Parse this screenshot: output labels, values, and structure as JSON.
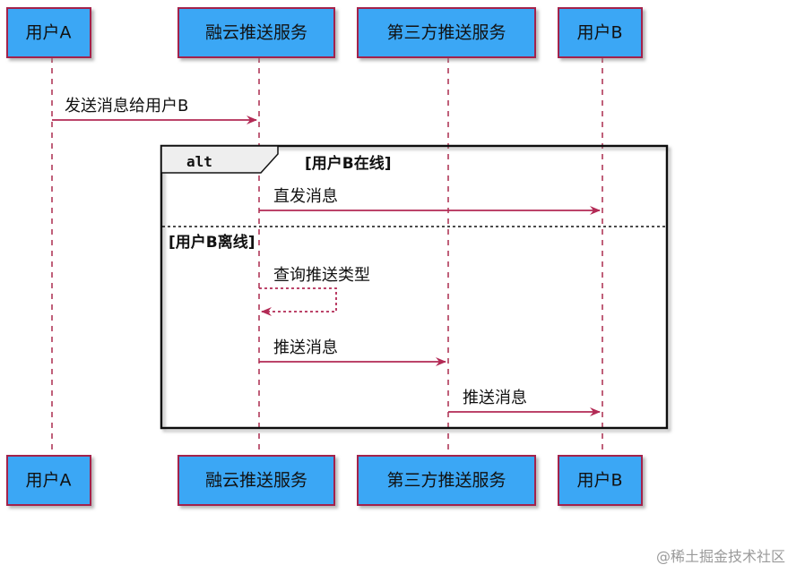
{
  "participants": [
    {
      "id": "userA",
      "label": "用户A"
    },
    {
      "id": "rongcloud",
      "label": "融云推送服务"
    },
    {
      "id": "thirdparty",
      "label": "第三方推送服务"
    },
    {
      "id": "userB",
      "label": "用户B"
    }
  ],
  "messages": [
    {
      "from": "userA",
      "to": "rongcloud",
      "label": "发送消息给用户B",
      "style": "solid"
    },
    {
      "from": "rongcloud",
      "to": "userB",
      "label": "直发消息",
      "style": "solid"
    },
    {
      "from": "rongcloud",
      "to": "rongcloud",
      "label": "查询推送类型",
      "style": "dotted"
    },
    {
      "from": "rongcloud",
      "to": "thirdparty",
      "label": "推送消息",
      "style": "solid"
    },
    {
      "from": "thirdparty",
      "to": "userB",
      "label": "推送消息",
      "style": "solid"
    }
  ],
  "alt_frame": {
    "keyword": "alt",
    "guard_online": "[用户B在线]",
    "guard_offline": "[用户B离线]"
  },
  "colors": {
    "participant_fill": "#3ba7f5",
    "participant_border": "#a3224b",
    "arrow": "#b32a55",
    "lifeline": "#c0607a"
  },
  "watermark": "@稀土掘金技术社区"
}
